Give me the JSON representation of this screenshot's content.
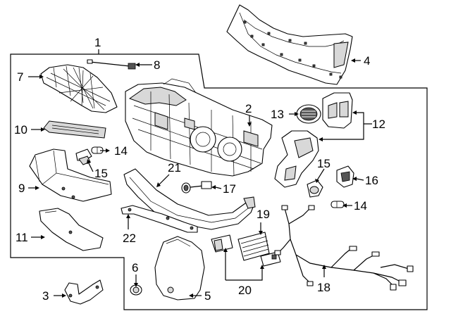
{
  "callouts": [
    {
      "id": "c1",
      "label": "1"
    },
    {
      "id": "c2",
      "label": "2"
    },
    {
      "id": "c3",
      "label": "3"
    },
    {
      "id": "c4",
      "label": "4"
    },
    {
      "id": "c5",
      "label": "5"
    },
    {
      "id": "c6",
      "label": "6"
    },
    {
      "id": "c7",
      "label": "7"
    },
    {
      "id": "c8",
      "label": "8"
    },
    {
      "id": "c9",
      "label": "9"
    },
    {
      "id": "c10",
      "label": "10"
    },
    {
      "id": "c11",
      "label": "11"
    },
    {
      "id": "c12",
      "label": "12"
    },
    {
      "id": "c13",
      "label": "13"
    },
    {
      "id": "c14a",
      "label": "14"
    },
    {
      "id": "c14b",
      "label": "14"
    },
    {
      "id": "c15a",
      "label": "15"
    },
    {
      "id": "c15b",
      "label": "15"
    },
    {
      "id": "c16",
      "label": "16"
    },
    {
      "id": "c17",
      "label": "17"
    },
    {
      "id": "c18",
      "label": "18"
    },
    {
      "id": "c19",
      "label": "19"
    },
    {
      "id": "c20",
      "label": "20"
    },
    {
      "id": "c21",
      "label": "21"
    },
    {
      "id": "c22",
      "label": "22"
    }
  ]
}
